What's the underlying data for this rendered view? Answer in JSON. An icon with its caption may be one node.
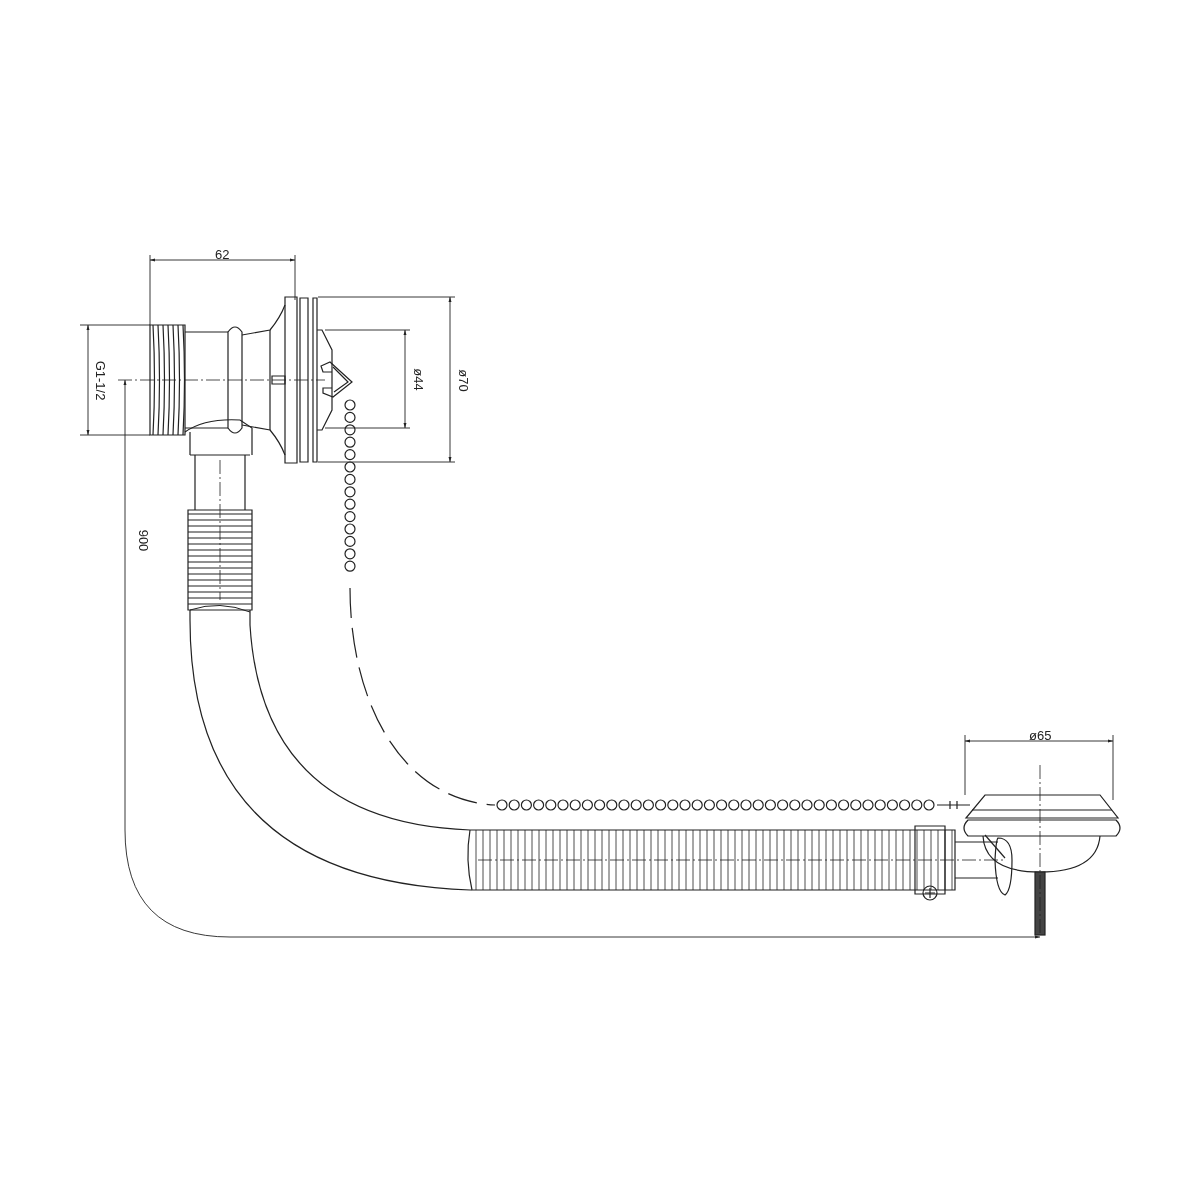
{
  "diagram": {
    "labels": [
      "62",
      "G1-1/2",
      "ø44",
      "ø70",
      "900",
      "ø65"
    ]
  }
}
